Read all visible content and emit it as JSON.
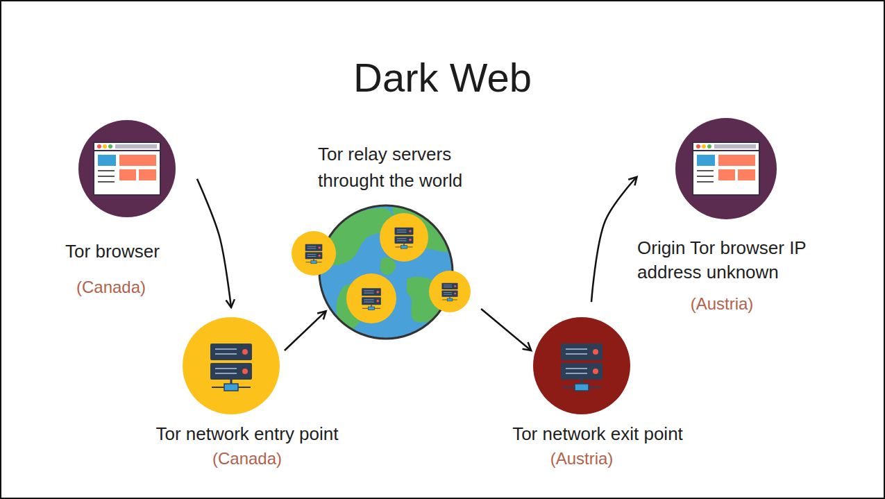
{
  "diagram": {
    "title": "Dark Web",
    "nodes": [
      {
        "text": [
          "Tor browser",
          "(Canada)"
        ]
      },
      {
        "text": [
          "Tor network entry point",
          "(Canada)"
        ]
      },
      {
        "text": [
          "Tor relay servers throught the world"
        ]
      },
      {
        "text": [
          "Tor network exit point",
          "(Austria)"
        ]
      },
      {
        "text": [
          "Origin Tor browser IP address unknown",
          "(Austria)"
        ]
      }
    ],
    "edges": [
      {
        "from": 0,
        "to": 1,
        "arrow": "to"
      },
      {
        "from": 1,
        "to": 2,
        "arrow": "to"
      },
      {
        "from": 2,
        "to": 3,
        "arrow": "to"
      },
      {
        "from": 3,
        "to": 4,
        "arrow": "to"
      }
    ]
  }
}
